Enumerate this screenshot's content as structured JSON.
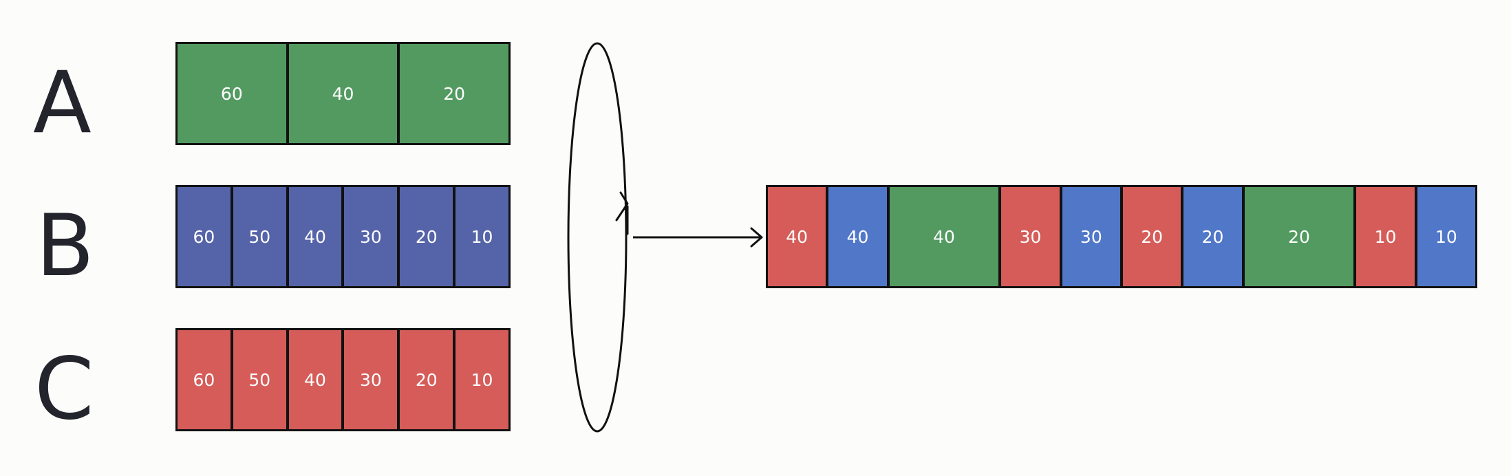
{
  "rows": [
    {
      "label": "A",
      "color": "#529a60",
      "values": [
        "60",
        "40",
        "20"
      ]
    },
    {
      "label": "B",
      "color": "#5563a8",
      "values": [
        "60",
        "50",
        "40",
        "30",
        "20",
        "10"
      ]
    },
    {
      "label": "C",
      "color": "#d55c59",
      "values": [
        "60",
        "50",
        "40",
        "30",
        "20",
        "10"
      ]
    }
  ],
  "merged": {
    "cells": [
      {
        "value": "40",
        "color": "#d55c59"
      },
      {
        "value": "40",
        "color": "#5177c8"
      },
      {
        "value": "40",
        "color": "#529a60"
      },
      {
        "value": "30",
        "color": "#d55c59"
      },
      {
        "value": "30",
        "color": "#5177c8"
      },
      {
        "value": "20",
        "color": "#d55c59"
      },
      {
        "value": "20",
        "color": "#5177c8"
      },
      {
        "value": "20",
        "color": "#529a60"
      },
      {
        "value": "10",
        "color": "#d55c59"
      },
      {
        "value": "10",
        "color": "#5177c8"
      }
    ]
  }
}
